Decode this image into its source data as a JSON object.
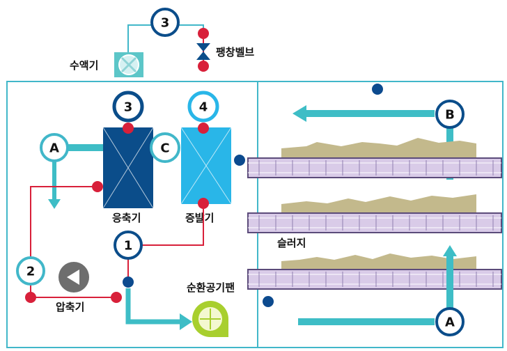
{
  "labels": {
    "receiver": "수액기",
    "expansion_valve": "팽창벨브",
    "condenser": "응축기",
    "evaporator": "증발기",
    "sludge": "슬러지",
    "circulation_fan": "순환공기팬",
    "compressor": "압축기"
  },
  "markers": {
    "top_3": "3",
    "condenser_3": "3",
    "evaporator_4": "4",
    "node_1": "1",
    "node_2": "2",
    "air_a_left": "A",
    "air_a_bottom": "A",
    "air_b": "B",
    "air_c": "C"
  },
  "colors": {
    "frame": "#41b7c9",
    "airflow": "#3ebdc6",
    "refrigerant_line": "#d8203a",
    "red_dot": "#d8203a",
    "blue_dot": "#0c4a8e",
    "condenser": "#0b4d8a",
    "evaporator": "#29b6e8",
    "receiver": "#5cc6c8",
    "sludge": "#c3b98c",
    "belt_fill": "#d9cbe8",
    "belt_border": "#5b4b7a",
    "fan": "#a8cf2e",
    "compressor": "#6e6e6e",
    "valve": "#0b4d8a"
  }
}
